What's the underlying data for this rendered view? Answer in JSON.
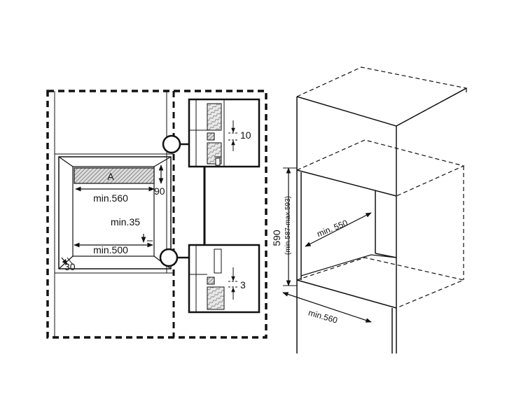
{
  "front_view": {
    "label_a": "A",
    "dim_width": "min.560",
    "dim_height": "90",
    "dim_side": "min.35",
    "dim_bottom_width": "min.500",
    "dim_corner": "30"
  },
  "detail_top": {
    "dim": "10"
  },
  "detail_bottom": {
    "dim": "3"
  },
  "cabinet_3d": {
    "dim_height": "590",
    "dim_height_range": "(min.587-max.593)",
    "dim_depth": "min. 550",
    "dim_width": "min.560"
  },
  "colors": {
    "line": "#111111",
    "hatch": "#555555",
    "fill_light": "#d9d9d9"
  }
}
